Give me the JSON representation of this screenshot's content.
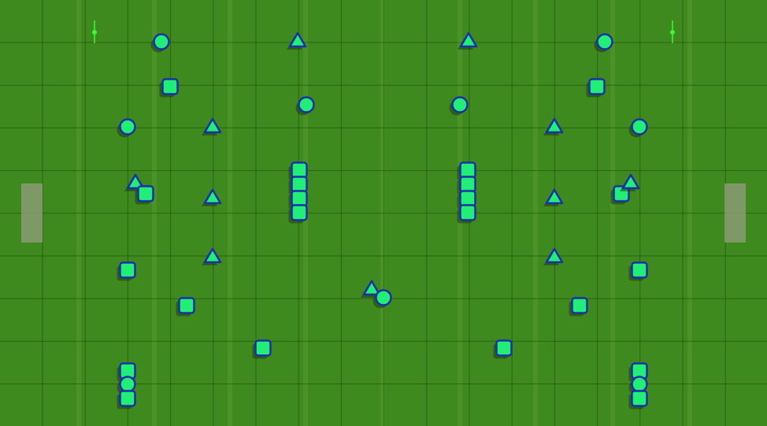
{
  "field": {
    "grass_color": "#3f8a1e",
    "grid_line_color": "#1f4a10",
    "stripe_color": "#62a33a",
    "goal_color": "#8a9a74",
    "post_color": "#33ff33"
  },
  "token_style": {
    "fill": "#22ee77",
    "stroke": "#1a2fa8",
    "shadow": "#1f3d10"
  },
  "icons": {
    "circle": "circle-icon",
    "square": "square-icon",
    "triangle": "triangle-icon"
  },
  "pieces": [
    {
      "shape": "circle"
    },
    {
      "shape": "triangle"
    },
    {
      "shape": "triangle"
    },
    {
      "shape": "circle"
    },
    {
      "shape": "square"
    },
    {
      "shape": "square"
    },
    {
      "shape": "circle"
    },
    {
      "shape": "circle"
    },
    {
      "shape": "circle"
    },
    {
      "shape": "triangle"
    },
    {
      "shape": "triangle"
    },
    {
      "shape": "circle"
    },
    {
      "shape": "triangle"
    },
    {
      "shape": "square"
    },
    {
      "shape": "triangle"
    },
    {
      "shape": "square"
    },
    {
      "shape": "square"
    },
    {
      "shape": "square"
    },
    {
      "shape": "square"
    },
    {
      "shape": "square"
    },
    {
      "shape": "square"
    },
    {
      "shape": "square"
    },
    {
      "shape": "square"
    },
    {
      "shape": "triangle"
    },
    {
      "shape": "square"
    },
    {
      "shape": "triangle"
    },
    {
      "shape": "triangle"
    },
    {
      "shape": "triangle"
    },
    {
      "shape": "square"
    },
    {
      "shape": "square"
    },
    {
      "shape": "triangle"
    },
    {
      "shape": "circle"
    },
    {
      "shape": "square"
    },
    {
      "shape": "square"
    },
    {
      "shape": "square"
    },
    {
      "shape": "square"
    },
    {
      "shape": "square"
    },
    {
      "shape": "circle"
    },
    {
      "shape": "square"
    },
    {
      "shape": "square"
    },
    {
      "shape": "circle"
    },
    {
      "shape": "square"
    }
  ]
}
